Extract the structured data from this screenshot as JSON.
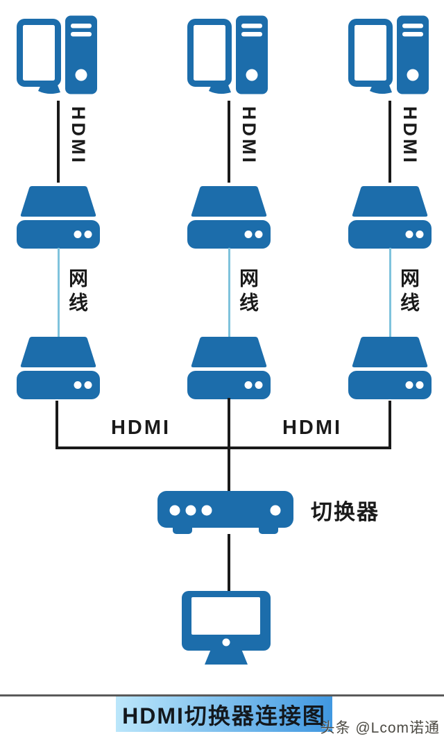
{
  "colors": {
    "primary_blue": "#1c6dab",
    "cable_blue": "#7fc3dc",
    "line_dark": "#1a1a1a",
    "rule_gray": "#5a5a5a",
    "title_grad_start": "#bce7fb",
    "title_grad_end": "#3f97e0",
    "title_text": "#13181d",
    "watermark_text": "#4c4a43"
  },
  "columns": [
    {
      "source_icon": "desktop-computer-icon",
      "hdmi_cable_label": "HDMI",
      "transmitter_icon": "extender-transmitter-icon",
      "network_cable_label": "网线",
      "receiver_icon": "extender-receiver-icon"
    },
    {
      "source_icon": "desktop-computer-icon",
      "hdmi_cable_label": "HDMI",
      "transmitter_icon": "extender-transmitter-icon",
      "network_cable_label": "网线",
      "receiver_icon": "extender-receiver-icon"
    },
    {
      "source_icon": "desktop-computer-icon",
      "hdmi_cable_label": "HDMI",
      "transmitter_icon": "extender-transmitter-icon",
      "network_cable_label": "网线",
      "receiver_icon": "extender-receiver-icon"
    }
  ],
  "bus": {
    "left_hdmi_label": "HDMI",
    "right_hdmi_label": "HDMI"
  },
  "switcher": {
    "icon": "hdmi-switcher-icon",
    "label": "切换器"
  },
  "display": {
    "icon": "monitor-icon"
  },
  "footer": {
    "title": "HDMI切换器连接图",
    "watermark": "头条 @Lcom诺通"
  }
}
